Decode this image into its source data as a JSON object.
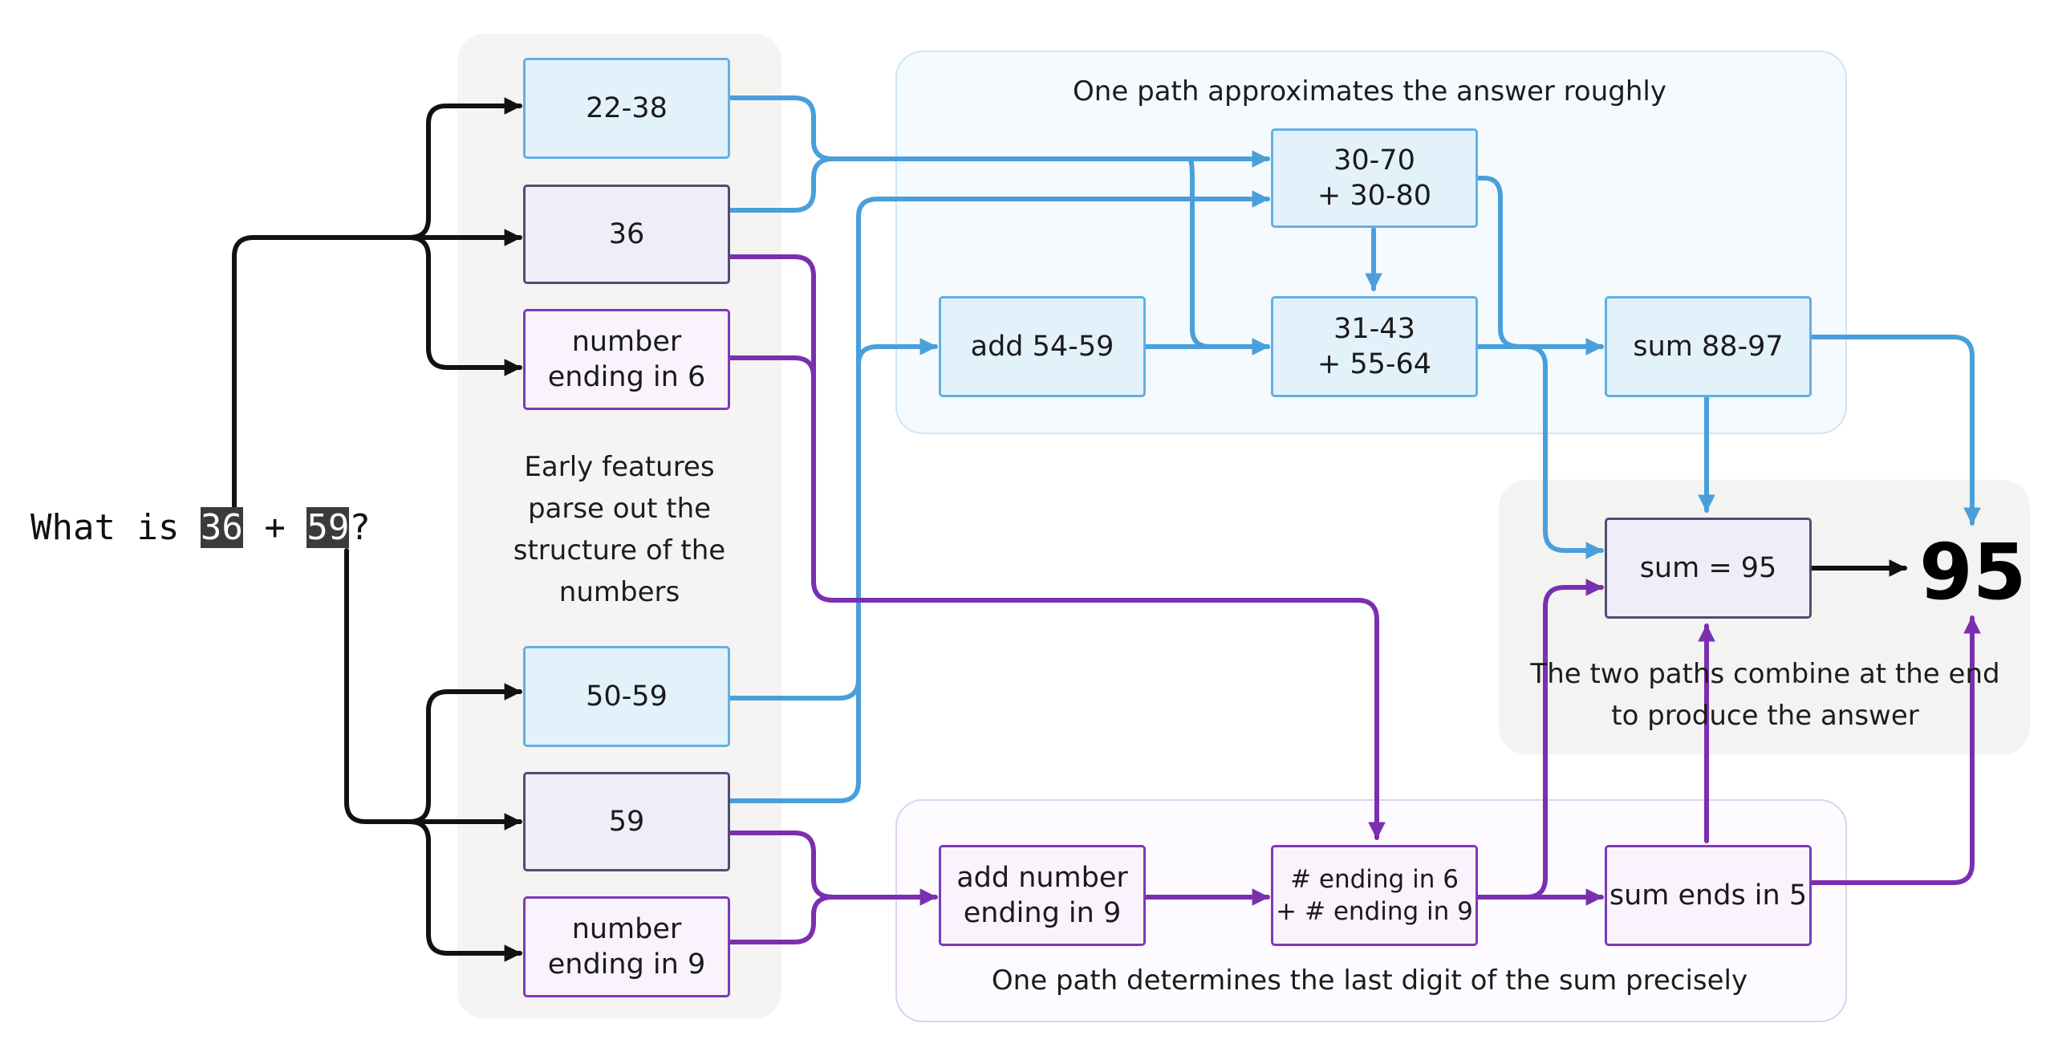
{
  "question": {
    "prefix": "What is ",
    "a": "36",
    "op": " + ",
    "b": "59",
    "suffix": "?"
  },
  "panels": {
    "features_caption": "Early features\nparse out the\nstructure of the\nnumbers",
    "approx_caption": "One path approximates the answer roughly",
    "precise_caption": "One path determines the last digit of the sum precisely",
    "combine_caption": "The two paths combine at the end\nto produce the answer"
  },
  "nodes": {
    "range_22_38": "22-38",
    "n36": "36",
    "ending_6": "number\nending in 6",
    "range_50_59": "50-59",
    "n59": "59",
    "ending_9": "number\nending in 9",
    "range_30_70": "30-70\n+ 30-80",
    "add_54_59": "add 54-59",
    "range_31_43": "31-43\n+ 55-64",
    "sum_88_97": "sum 88-97",
    "sum_95": "sum = 95",
    "add_ending_9": "add number\nending in 9",
    "ending_6_plus_9": "# ending in 6\n+ # ending in 9",
    "sum_ends_5": "sum ends in 5"
  },
  "answer": "95",
  "colors": {
    "blue_path": "#4a9fda",
    "purple_path": "#7a2fb0",
    "black_path": "#111111",
    "blue_node_fill": "#e3f1fb",
    "slate_node_border": "#4f4d72",
    "purple_node_border": "#7d39b8"
  }
}
